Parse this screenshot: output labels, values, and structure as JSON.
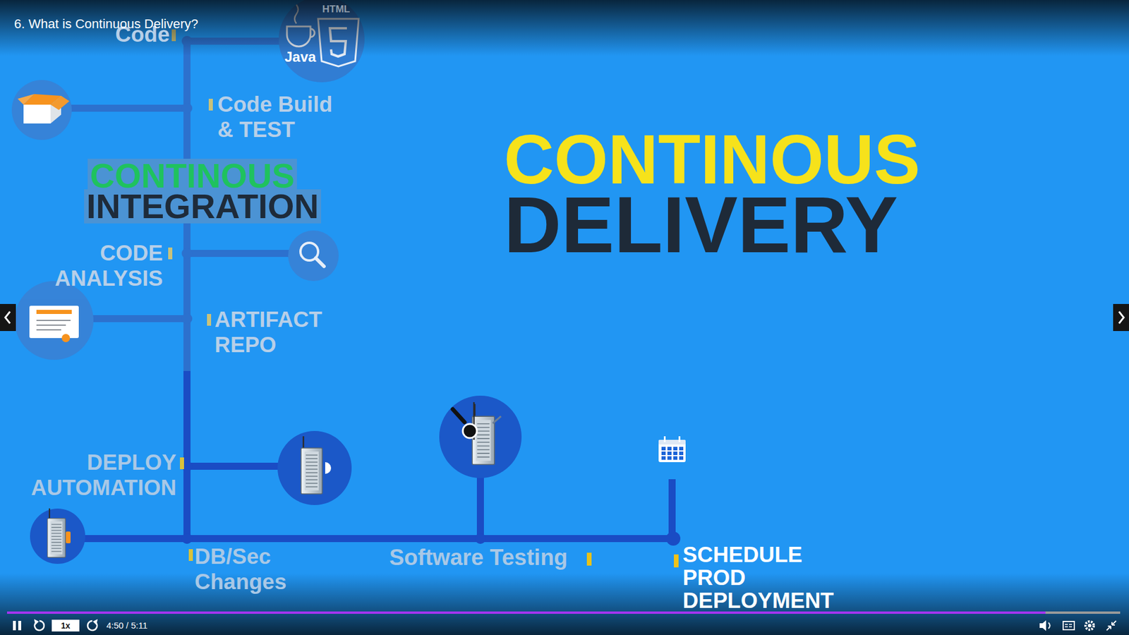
{
  "diagram": {
    "title": "6. What is Continuous Delivery?",
    "nodes": [
      {
        "text": [
          "Code",
          "Code Build & TEST",
          "CONTINOUS",
          "INTEGRATION",
          "CODE ANALYSIS",
          "ARTIFACT REPO"
        ]
      },
      {
        "text": [
          "DEPLOY AUTOMATION",
          "DB/Sec Changes",
          "Software Testing"
        ]
      },
      {
        "text": [
          "SCHEDULE PROD DEPLOYMENT"
        ]
      }
    ],
    "edges": [
      {
        "from": 0,
        "to": 1,
        "arrow": "none"
      },
      {
        "from": 1,
        "to": 2,
        "arrow": "none"
      }
    ],
    "labels": [
      "HTML",
      "Java",
      "CONTINOUS",
      "DELIVERY",
      "1x",
      "4:50 / 5:11"
    ]
  }
}
